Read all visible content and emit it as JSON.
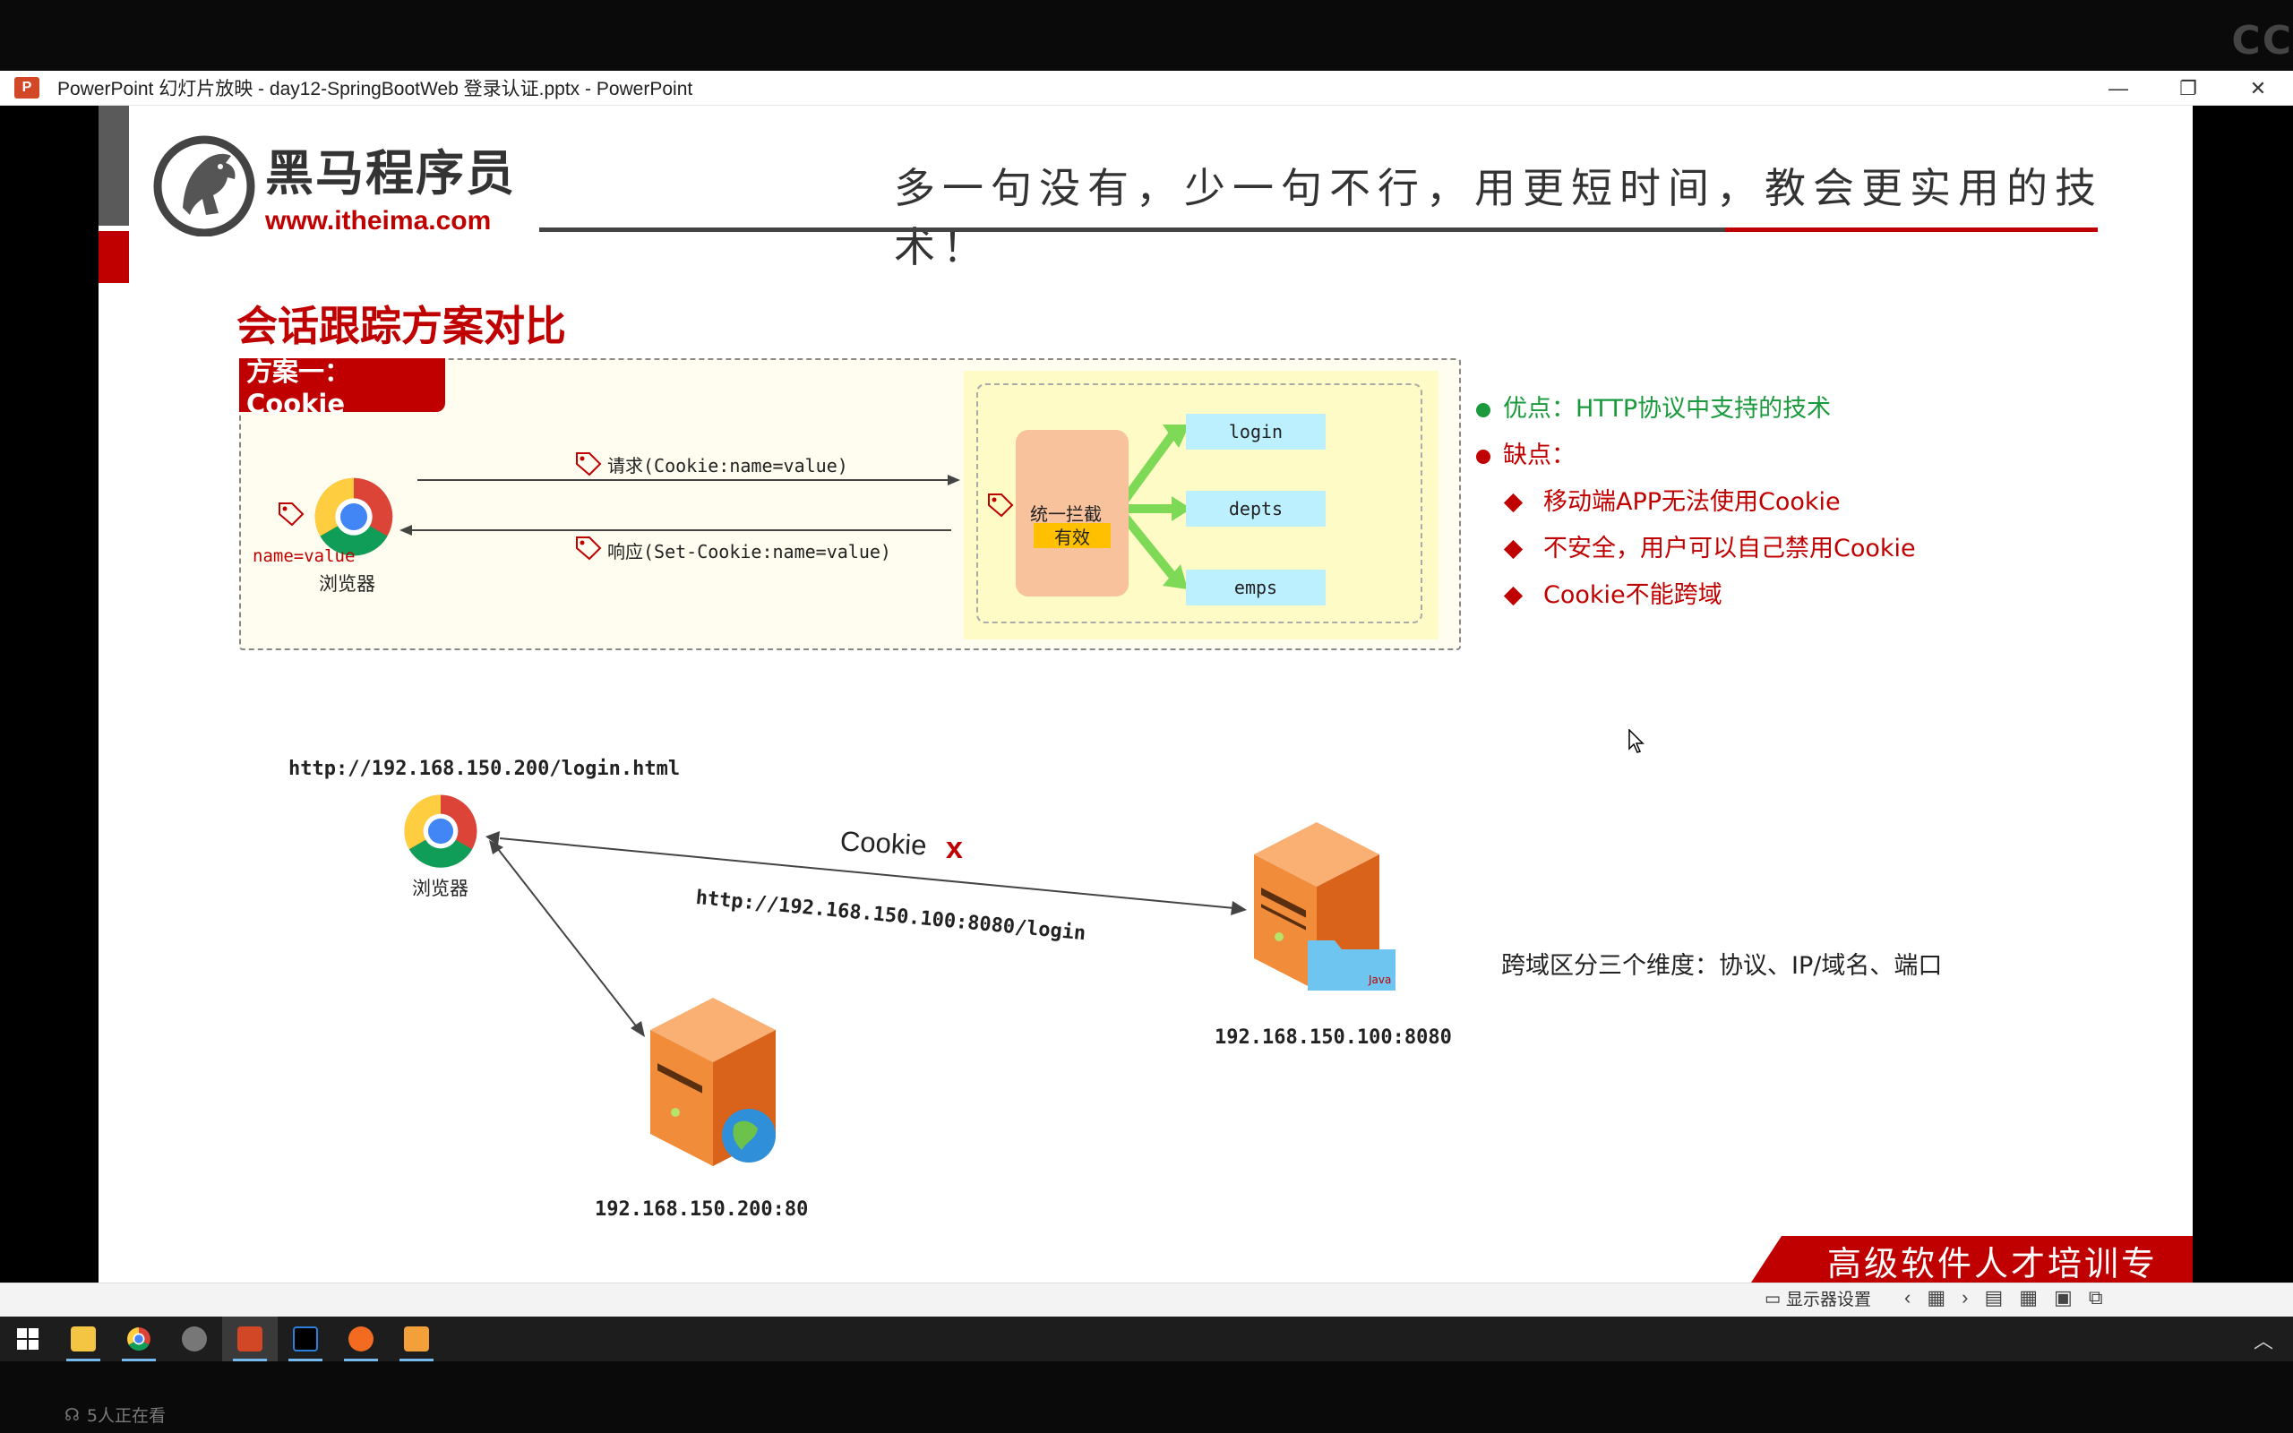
{
  "window": {
    "title": "PowerPoint 幻灯片放映  -  day12-SpringBootWeb 登录认证.pptx - PowerPoint",
    "app_icon_label": "P",
    "controls": [
      "—",
      "❐",
      "✕"
    ]
  },
  "top_right_mark": "CC",
  "slide": {
    "logo": {
      "cn": "黑马程序员",
      "en": "www.itheima.com"
    },
    "slogan": "多一句没有，少一句不行，用更短时间，教会更实用的技术！",
    "section_title": "会话跟踪方案对比",
    "scheme_tag": "方案一：Cookie",
    "cookie_diagram": {
      "request_label": "请求(Cookie:name=value)",
      "response_label": "响应(Set-Cookie:name=value)",
      "browser_cookie": "name=value",
      "browser_label": "浏览器",
      "interceptor_label": "统一拦截",
      "interceptor_valid": "有效",
      "endpoints": [
        "login",
        "depts",
        "emps"
      ]
    },
    "pros_cons": {
      "pros": "优点：HTTP协议中支持的技术",
      "cons_title": "缺点：",
      "cons": [
        "移动端APP无法使用Cookie",
        "不安全，用户可以自己禁用Cookie",
        "Cookie不能跨域"
      ]
    },
    "cross_domain": {
      "browser_url": "http://192.168.150.200/login.html",
      "browser_label": "浏览器",
      "cookie_label": "Cookie",
      "cookie_blocked_mark": "x",
      "request_url": "http://192.168.150.100:8080/login",
      "server_a": "192.168.150.100:8080",
      "server_b": "192.168.150.200:80",
      "server_a_badge": "Java",
      "note": "跨域区分三个维度：协议、IP/域名、端口"
    },
    "footer_slogan": "高级软件人才培训专家"
  },
  "statusbar": {
    "display_settings": "显示器设置"
  },
  "viewers": "5人正在看",
  "colors": {
    "brand_red": "#c00000",
    "pros_green": "#1a9a3c",
    "endpoint_bg": "#bdf0ff",
    "interceptor_bg": "#f8c29c",
    "server_panel_bg": "#fffbc6"
  }
}
